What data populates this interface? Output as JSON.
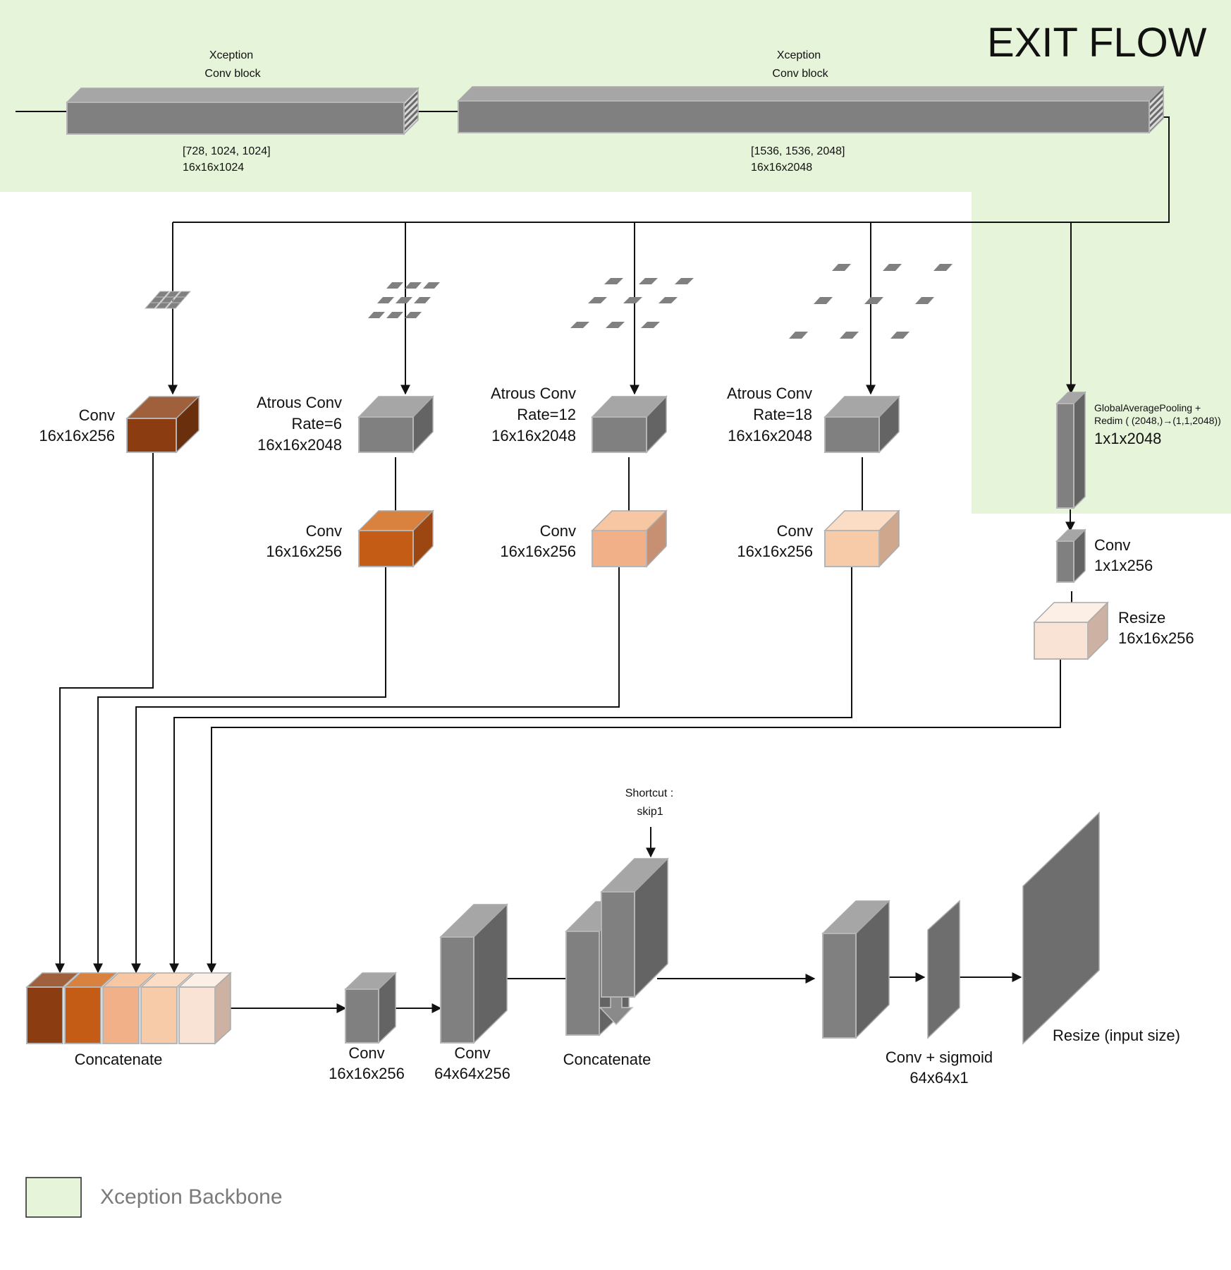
{
  "colors": {
    "backbone": "#e6f4d9",
    "gray": "#808080",
    "brown_dark": "#8b3d11",
    "brown_mid": "#c45c16",
    "peach": "#f2b088",
    "peach_light": "#f7cba7",
    "peach_pale": "#f9e3d5"
  },
  "title": "EXIT FLOW",
  "exit_flow": {
    "block1": {
      "label_line1": "Xception",
      "label_line2": "Conv block",
      "params": "[728, 1024, 1024]",
      "shape": "16x16x1024"
    },
    "block2": {
      "label_line1": "Xception",
      "label_line2": "Conv block",
      "params": "[1536, 1536, 2048]",
      "shape": "16x16x2048"
    }
  },
  "aspp": {
    "conv1x1": {
      "line1": "Conv",
      "line2": "16x16x256"
    },
    "atrous6": {
      "line1": "Atrous Conv",
      "line2": "Rate=6",
      "line3": "16x16x2048",
      "conv_line1": "Conv",
      "conv_line2": "16x16x256"
    },
    "atrous12": {
      "line1": "Atrous Conv",
      "line2": "Rate=12",
      "line3": "16x16x2048",
      "conv_line1": "Conv",
      "conv_line2": "16x16x256"
    },
    "atrous18": {
      "line1": "Atrous Conv",
      "line2": "Rate=18",
      "line3": "16x16x2048",
      "conv_line1": "Conv",
      "conv_line2": "16x16x256"
    },
    "pooling": {
      "line1": "GlobalAveragePooling +",
      "line2": "Redim ( (2048,)→(1,1,2048))",
      "shape": "1x1x2048",
      "conv_line1": "Conv",
      "conv_line2": "1x1x256",
      "resize_line1": "Resize",
      "resize_line2": "16x16x256"
    }
  },
  "decoder": {
    "concat1": "Concatenate",
    "conv_a": {
      "line1": "Conv",
      "line2": "16x16x256"
    },
    "conv_b": {
      "line1": "Conv",
      "line2": "64x64x256"
    },
    "shortcut": {
      "line1": "Shortcut :",
      "line2": "skip1"
    },
    "concat2": "Concatenate",
    "conv_sigmoid": {
      "line1": "Conv + sigmoid",
      "line2": "64x64x1"
    },
    "resize": "Resize (input size)"
  },
  "legend": {
    "label": "Xception Backbone"
  }
}
